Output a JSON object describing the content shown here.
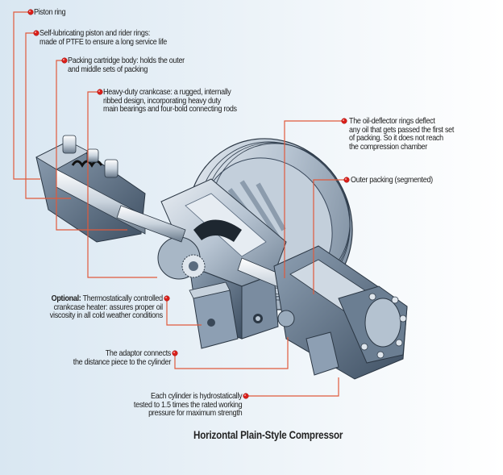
{
  "figure": {
    "title": "Horizontal Plain-Style Compressor",
    "subject": "horizontal-compressor-cutaway",
    "colors": {
      "leader_line": "#e05a3c",
      "callout_dot": "#d9201b",
      "text": "#1d1d1d",
      "background_left": "#d9e7f2",
      "background_right": "#ffffff",
      "metal_light": "#d6dfe8",
      "metal_mid": "#9fb0c2",
      "metal_dark": "#4d5f73"
    }
  },
  "callouts": [
    {
      "id": "piston-ring",
      "lines": [
        "Piston ring"
      ]
    },
    {
      "id": "self-lubricating-rings",
      "lines": [
        "Self-lubricating piston and rider rings:",
        "made of PTFE to ensure a long service life"
      ]
    },
    {
      "id": "packing-cartridge",
      "lines": [
        "Packing cartridge body: holds the outer",
        "and middle sets of packing"
      ]
    },
    {
      "id": "crankcase",
      "lines": [
        "Heavy-duty crankcase: a rugged, internally",
        "ribbed design, incorporating heavy duty",
        "main bearings and four-bold connecting rods"
      ]
    },
    {
      "id": "oil-deflector",
      "lines": [
        "The oil-deflector rings deflect",
        "any oil that gets passed the first set",
        "of packing. So it does not reach",
        "the compression chamber"
      ]
    },
    {
      "id": "outer-packing",
      "lines": [
        "Outer packing (segmented)"
      ]
    },
    {
      "id": "crankcase-heater",
      "prefix": "Optional:",
      "lines": [
        " Thermostatically controlled",
        "crankcase heater: assures proper oil",
        "viscosity in all cold weather conditions"
      ]
    },
    {
      "id": "adaptor",
      "lines": [
        "The adaptor connects",
        "the distance piece to the cylinder"
      ]
    },
    {
      "id": "hydrostatic-test",
      "lines": [
        "Each cylinder is hydrostatically",
        "tested to 1.5 times the rated working",
        "pressure for maximum strength"
      ]
    }
  ]
}
